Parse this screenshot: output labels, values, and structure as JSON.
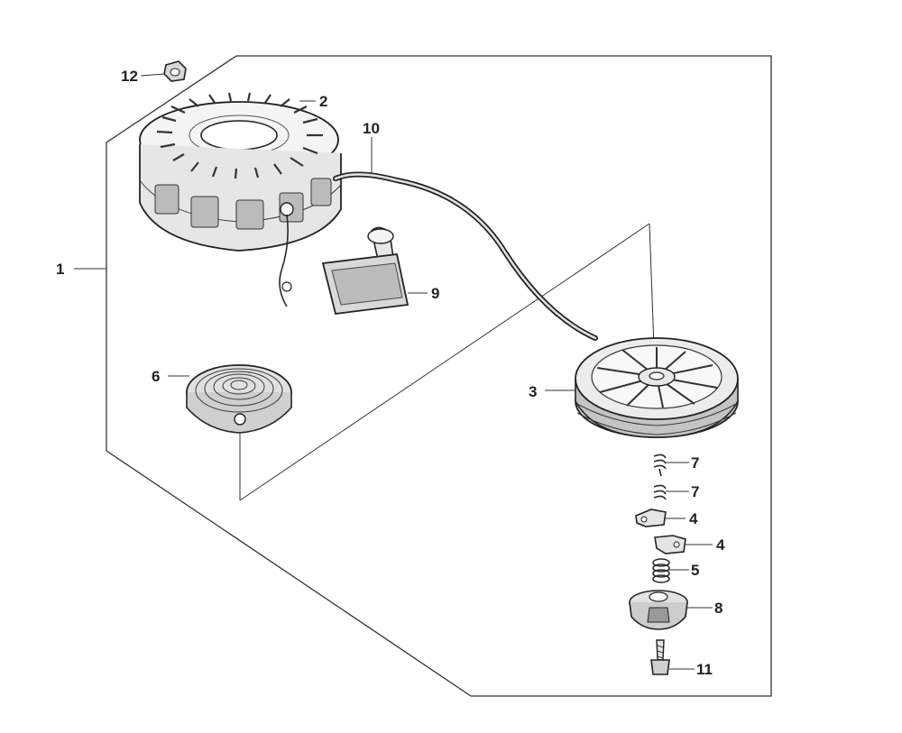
{
  "diagram": {
    "callouts": {
      "p1": "1",
      "p2": "2",
      "p3": "3",
      "p4a": "4",
      "p4b": "4",
      "p5": "5",
      "p6": "6",
      "p7a": "7",
      "p7b": "7",
      "p8": "8",
      "p9": "9",
      "p10": "10",
      "p11": "11",
      "p12": "12"
    }
  }
}
